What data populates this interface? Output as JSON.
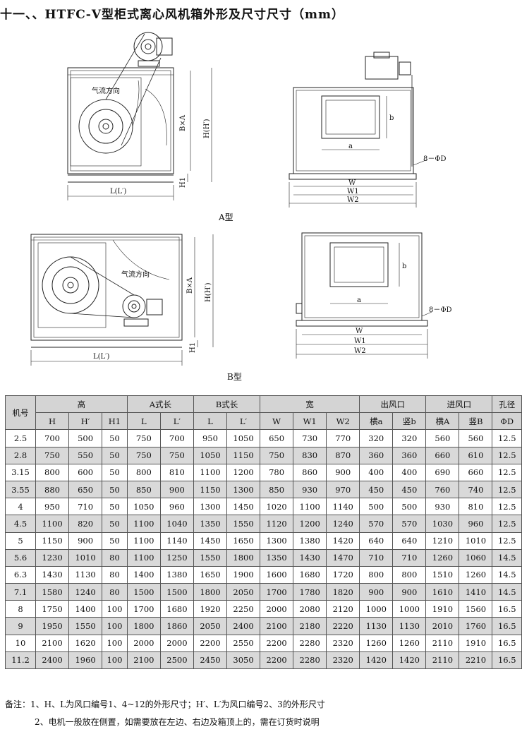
{
  "title": "十一、、HTFC-Ⅴ型柜式离心风机箱外形及尺寸尺寸（mm）",
  "drawings": {
    "a_front": {
      "airflow": "气流方向",
      "height_inner": "B×A",
      "height_outer": "H(H′)",
      "foot": "H1",
      "length": "L(L′)"
    },
    "a_side": {
      "dim_a": "a",
      "dim_b": "b",
      "holes": "8－ΦD",
      "w": "W",
      "w1": "W1",
      "w2": "W2"
    },
    "a_caption": "A型",
    "b_front": {
      "airflow": "气流方向",
      "height_inner": "B×A",
      "height_outer": "H(H′)",
      "foot": "H1",
      "length": "L(L′)"
    },
    "b_side": {
      "dim_a": "a",
      "dim_b": "b",
      "holes": "8－ΦD",
      "w": "W",
      "w1": "W1",
      "w2": "W2"
    },
    "b_caption": "B型"
  },
  "table": {
    "group_headers": [
      "机号",
      "高",
      "A式长",
      "B式长",
      "宽",
      "出风口",
      "进风口",
      "孔径"
    ],
    "sub_headers": [
      "H",
      "H′",
      "H1",
      "L",
      "L′",
      "L",
      "L′",
      "W",
      "W1",
      "W2",
      "横a",
      "竖b",
      "横A",
      "竖B",
      "ΦD"
    ],
    "rows": [
      [
        "2.5",
        "700",
        "500",
        "50",
        "750",
        "700",
        "950",
        "1050",
        "650",
        "730",
        "770",
        "320",
        "320",
        "560",
        "560",
        "12.5"
      ],
      [
        "2.8",
        "750",
        "550",
        "50",
        "750",
        "750",
        "1050",
        "1150",
        "750",
        "830",
        "870",
        "360",
        "360",
        "660",
        "610",
        "12.5"
      ],
      [
        "3.15",
        "800",
        "600",
        "50",
        "800",
        "810",
        "1100",
        "1200",
        "780",
        "860",
        "900",
        "400",
        "400",
        "690",
        "660",
        "12.5"
      ],
      [
        "3.55",
        "880",
        "650",
        "50",
        "850",
        "900",
        "1150",
        "1300",
        "850",
        "930",
        "970",
        "450",
        "450",
        "760",
        "740",
        "12.5"
      ],
      [
        "4",
        "950",
        "710",
        "50",
        "1050",
        "960",
        "1300",
        "1450",
        "1020",
        "1100",
        "1140",
        "500",
        "500",
        "930",
        "810",
        "12.5"
      ],
      [
        "4.5",
        "1100",
        "820",
        "50",
        "1100",
        "1040",
        "1350",
        "1550",
        "1120",
        "1200",
        "1240",
        "570",
        "570",
        "1030",
        "960",
        "12.5"
      ],
      [
        "5",
        "1150",
        "900",
        "50",
        "1100",
        "1140",
        "1450",
        "1650",
        "1300",
        "1380",
        "1420",
        "640",
        "640",
        "1210",
        "1010",
        "12.5"
      ],
      [
        "5.6",
        "1230",
        "1010",
        "80",
        "1100",
        "1250",
        "1550",
        "1800",
        "1350",
        "1430",
        "1470",
        "710",
        "710",
        "1260",
        "1060",
        "14.5"
      ],
      [
        "6.3",
        "1430",
        "1130",
        "80",
        "1400",
        "1380",
        "1650",
        "1900",
        "1600",
        "1680",
        "1720",
        "800",
        "800",
        "1510",
        "1260",
        "14.5"
      ],
      [
        "7.1",
        "1580",
        "1240",
        "80",
        "1500",
        "1500",
        "1800",
        "2050",
        "1700",
        "1780",
        "1820",
        "900",
        "900",
        "1610",
        "1410",
        "14.5"
      ],
      [
        "8",
        "1750",
        "1400",
        "100",
        "1700",
        "1680",
        "1920",
        "2250",
        "2000",
        "2080",
        "2120",
        "1000",
        "1000",
        "1910",
        "1560",
        "16.5"
      ],
      [
        "9",
        "1950",
        "1550",
        "100",
        "1800",
        "1860",
        "2050",
        "2400",
        "2100",
        "2180",
        "2220",
        "1130",
        "1130",
        "2010",
        "1760",
        "16.5"
      ],
      [
        "10",
        "2100",
        "1620",
        "100",
        "2000",
        "2000",
        "2200",
        "2550",
        "2200",
        "2280",
        "2320",
        "1260",
        "1260",
        "2110",
        "1910",
        "16.5"
      ],
      [
        "11.2",
        "2400",
        "1960",
        "100",
        "2100",
        "2500",
        "2450",
        "3050",
        "2200",
        "2280",
        "2320",
        "1420",
        "1420",
        "2110",
        "2210",
        "16.5"
      ]
    ]
  },
  "notes": {
    "line1": "备注：1、H、L为风口编号1、4~12的外形尺寸；H′、L′为风口编号2、3的外形尺寸",
    "line2": "2、电机一般放在侧置，如需要放在左边、右边及箱顶上的，需在订货时说明"
  }
}
